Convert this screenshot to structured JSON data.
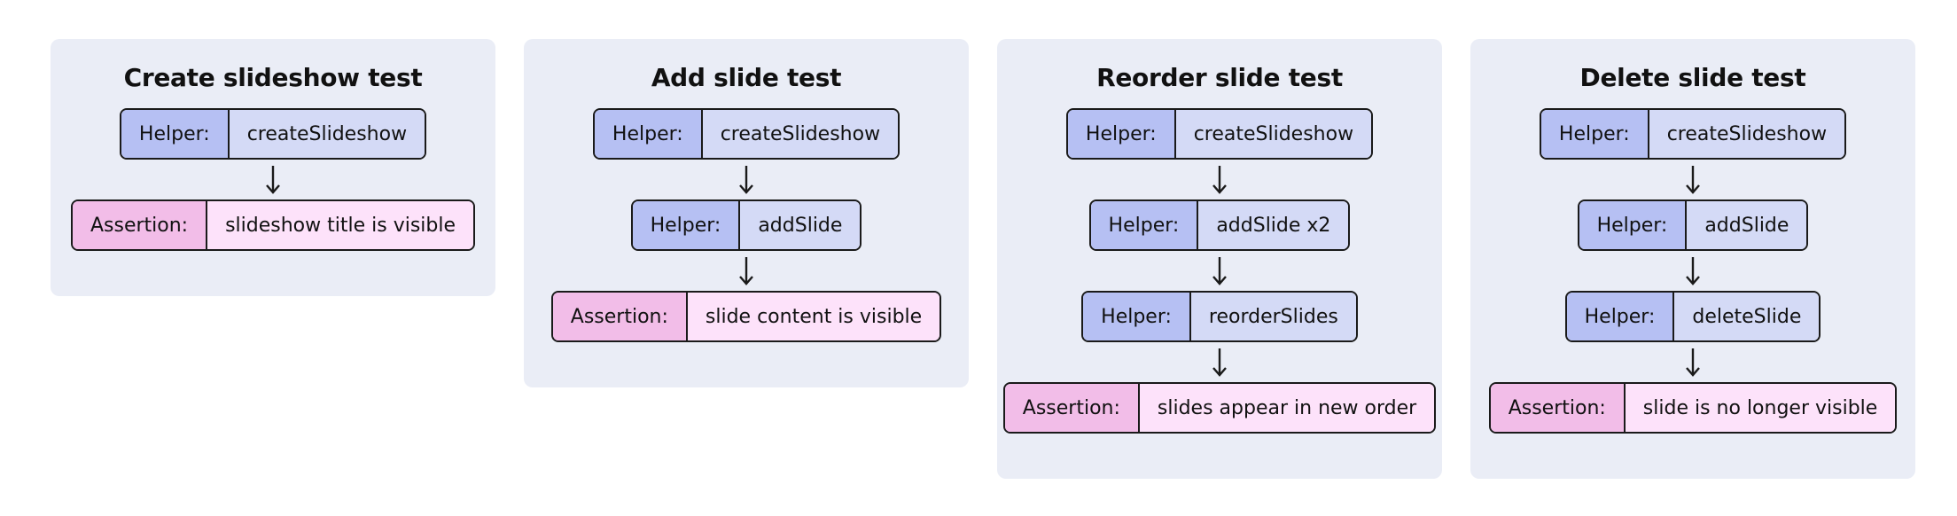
{
  "panels": [
    {
      "title": "Create slideshow test",
      "steps": [
        {
          "kind": "helper",
          "label": "Helper:",
          "value": "createSlideshow"
        },
        {
          "kind": "assertion",
          "label": "Assertion:",
          "value": "slideshow title is visible"
        }
      ]
    },
    {
      "title": "Add slide test",
      "steps": [
        {
          "kind": "helper",
          "label": "Helper:",
          "value": "createSlideshow"
        },
        {
          "kind": "helper",
          "label": "Helper:",
          "value": "addSlide"
        },
        {
          "kind": "assertion",
          "label": "Assertion:",
          "value": "slide content is visible"
        }
      ]
    },
    {
      "title": "Reorder slide test",
      "steps": [
        {
          "kind": "helper",
          "label": "Helper:",
          "value": "createSlideshow"
        },
        {
          "kind": "helper",
          "label": "Helper:",
          "value": "addSlide x2"
        },
        {
          "kind": "helper",
          "label": "Helper:",
          "value": "reorderSlides"
        },
        {
          "kind": "assertion",
          "label": "Assertion:",
          "value": "slides appear in new order"
        }
      ]
    },
    {
      "title": "Delete slide test",
      "steps": [
        {
          "kind": "helper",
          "label": "Helper:",
          "value": "createSlideshow"
        },
        {
          "kind": "helper",
          "label": "Helper:",
          "value": "addSlide"
        },
        {
          "kind": "helper",
          "label": "Helper:",
          "value": "deleteSlide"
        },
        {
          "kind": "assertion",
          "label": "Assertion:",
          "value": "slide is no longer visible"
        }
      ]
    }
  ],
  "colors": {
    "panel_bg": "#eaedf6",
    "helper_label_bg": "#b6c0f3",
    "helper_value_bg": "#d4daf6",
    "assertion_label_bg": "#f2bde8",
    "assertion_value_bg": "#fde2fa",
    "border": "#1a1a1a"
  },
  "icons": {
    "connector": "arrow-down-icon"
  }
}
